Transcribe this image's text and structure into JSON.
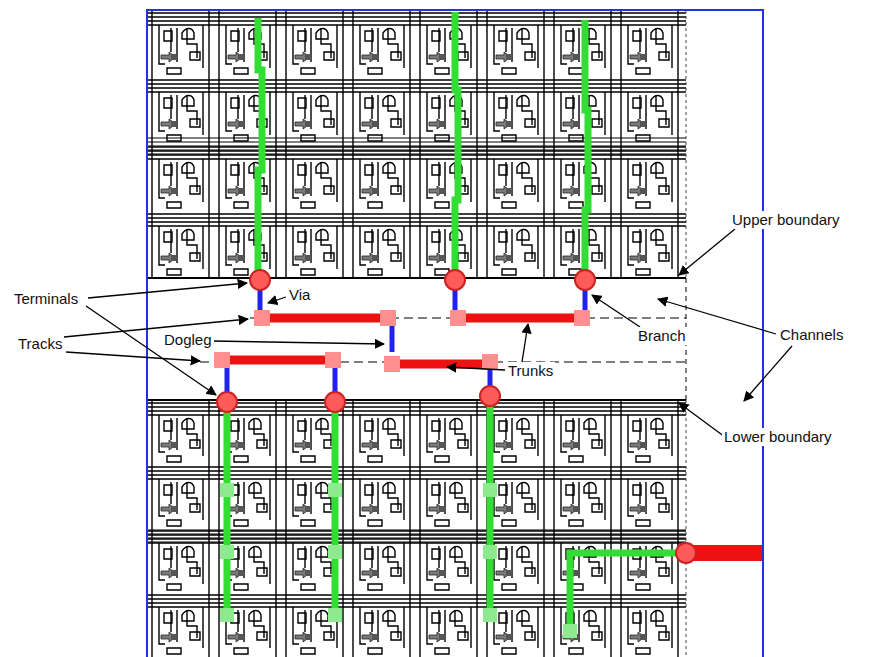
{
  "diagram": {
    "labels": [
      "Upper boundary",
      "Terminals",
      "Via",
      "Branch",
      "Channels",
      "Tracks",
      "Dogleg",
      "Trunks",
      "Lower boundary"
    ]
  }
}
